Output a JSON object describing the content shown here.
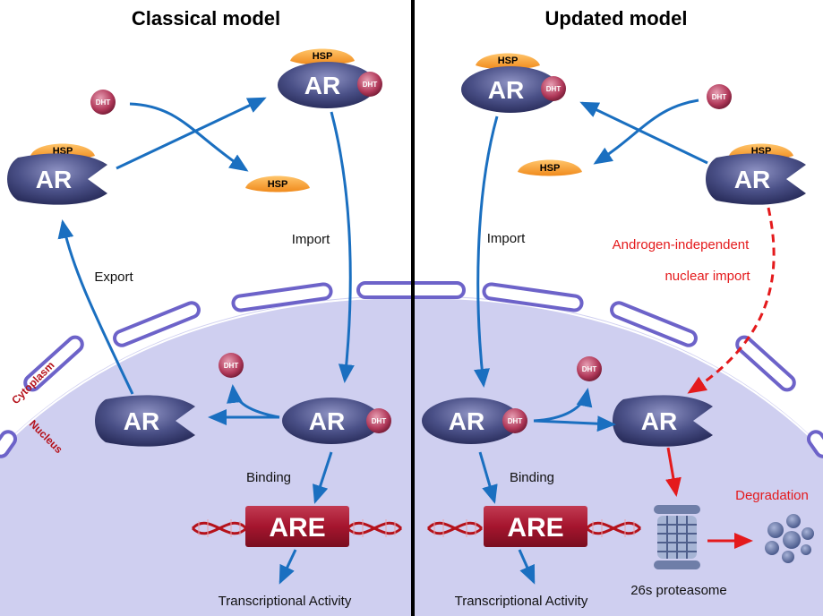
{
  "titles": {
    "left": "Classical model",
    "right": "Updated model"
  },
  "compartments": {
    "cytoplasm": "Cytoplasm",
    "nucleus": "Nucleus"
  },
  "molecules": {
    "ar": "AR",
    "hsp": "HSP",
    "dht": "DHT",
    "are": "ARE"
  },
  "labels": {
    "import_left": "Import",
    "export": "Export",
    "binding_left": "Binding",
    "transcription_left": "Transcriptional Activity",
    "import_right": "Import",
    "androgen_independent_1": "Androgen-independent",
    "androgen_independent_2": "nuclear import",
    "binding_right": "Binding",
    "transcription_right": "Transcriptional Activity",
    "degradation": "Degradation",
    "proteasome": "26s proteasome"
  },
  "colors": {
    "flow_arrow": "#1a6fc0",
    "androgen_independent_arrow": "#e41a1c",
    "ar_body": "#4a5087",
    "hsp": "#f7962a",
    "dht": "#b23a5b",
    "nucleus_fill": "#cfcff0",
    "envelope": "#6d63c9",
    "are_box": "#a5152e"
  }
}
